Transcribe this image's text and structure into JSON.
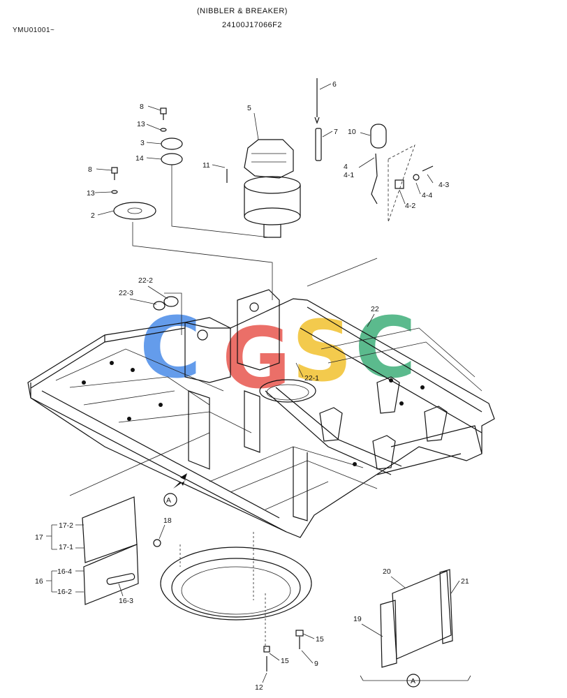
{
  "header": {
    "model_code": "YMU01001~",
    "title": "(NIBBLER & BREAKER)",
    "part_number": "24100J17066F2"
  },
  "watermark": {
    "letters": [
      "C",
      "G",
      "S",
      "C"
    ],
    "colors": [
      "#4a8be8",
      "#e8574e",
      "#f2c12e",
      "#3fae7a"
    ]
  },
  "callouts": {
    "c2": "2",
    "c3": "3",
    "c4": "4",
    "c4_1": "4-1",
    "c4_2": "4-2",
    "c4_3": "4-3",
    "c4_4": "4-4",
    "c5": "5",
    "c6": "6",
    "c7": "7",
    "c8a": "8",
    "c8b": "8",
    "c9": "9",
    "c10": "10",
    "c11": "11",
    "c12": "12",
    "c13a": "13",
    "c13b": "13",
    "c14": "14",
    "c15a": "15",
    "c15b": "15",
    "c16": "16",
    "c16_2": "16-2",
    "c16_3": "16-3",
    "c16_4": "16-4",
    "c17": "17",
    "c17_1": "17-1",
    "c17_2": "17-2",
    "c18": "18",
    "c19": "19",
    "c20": "20",
    "c21": "21",
    "c22": "22",
    "c22_1": "22-1",
    "c22_2": "22-2",
    "c22_3": "22-3",
    "view_a": "A",
    "view_a2": "A"
  }
}
